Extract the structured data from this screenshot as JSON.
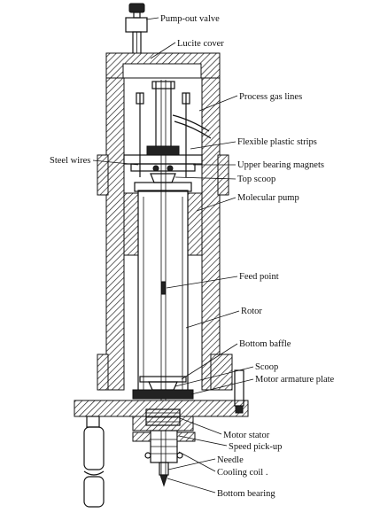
{
  "diagram": {
    "labels": [
      "Pump-out valve",
      "Lucite cover",
      "Process gas lines",
      "Flexible plastic strips",
      "Steel wires",
      "Upper bearing magnets",
      "Top scoop",
      "Molecular pump",
      "Feed point",
      "Rotor",
      "Bottom baffle",
      "Scoop",
      "Motor armature plate",
      "Motor stator",
      "Speed pick-up",
      "Needle",
      "Cooling coil .",
      "Bottom bearing"
    ]
  }
}
